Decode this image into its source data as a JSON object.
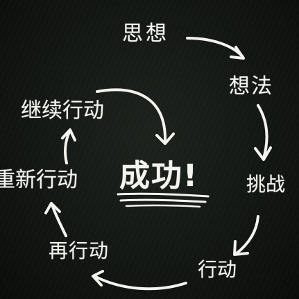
{
  "diagram": {
    "nodes": {
      "thought": "思想",
      "idea": "想法",
      "challenge": "挑战",
      "action": "行动",
      "act_again": "再行动",
      "restart_action": "重新行动",
      "continue_action": "继续行动",
      "success": "成功!"
    },
    "colors": {
      "board": "#131713",
      "chalk": "#f4f4ef"
    }
  }
}
